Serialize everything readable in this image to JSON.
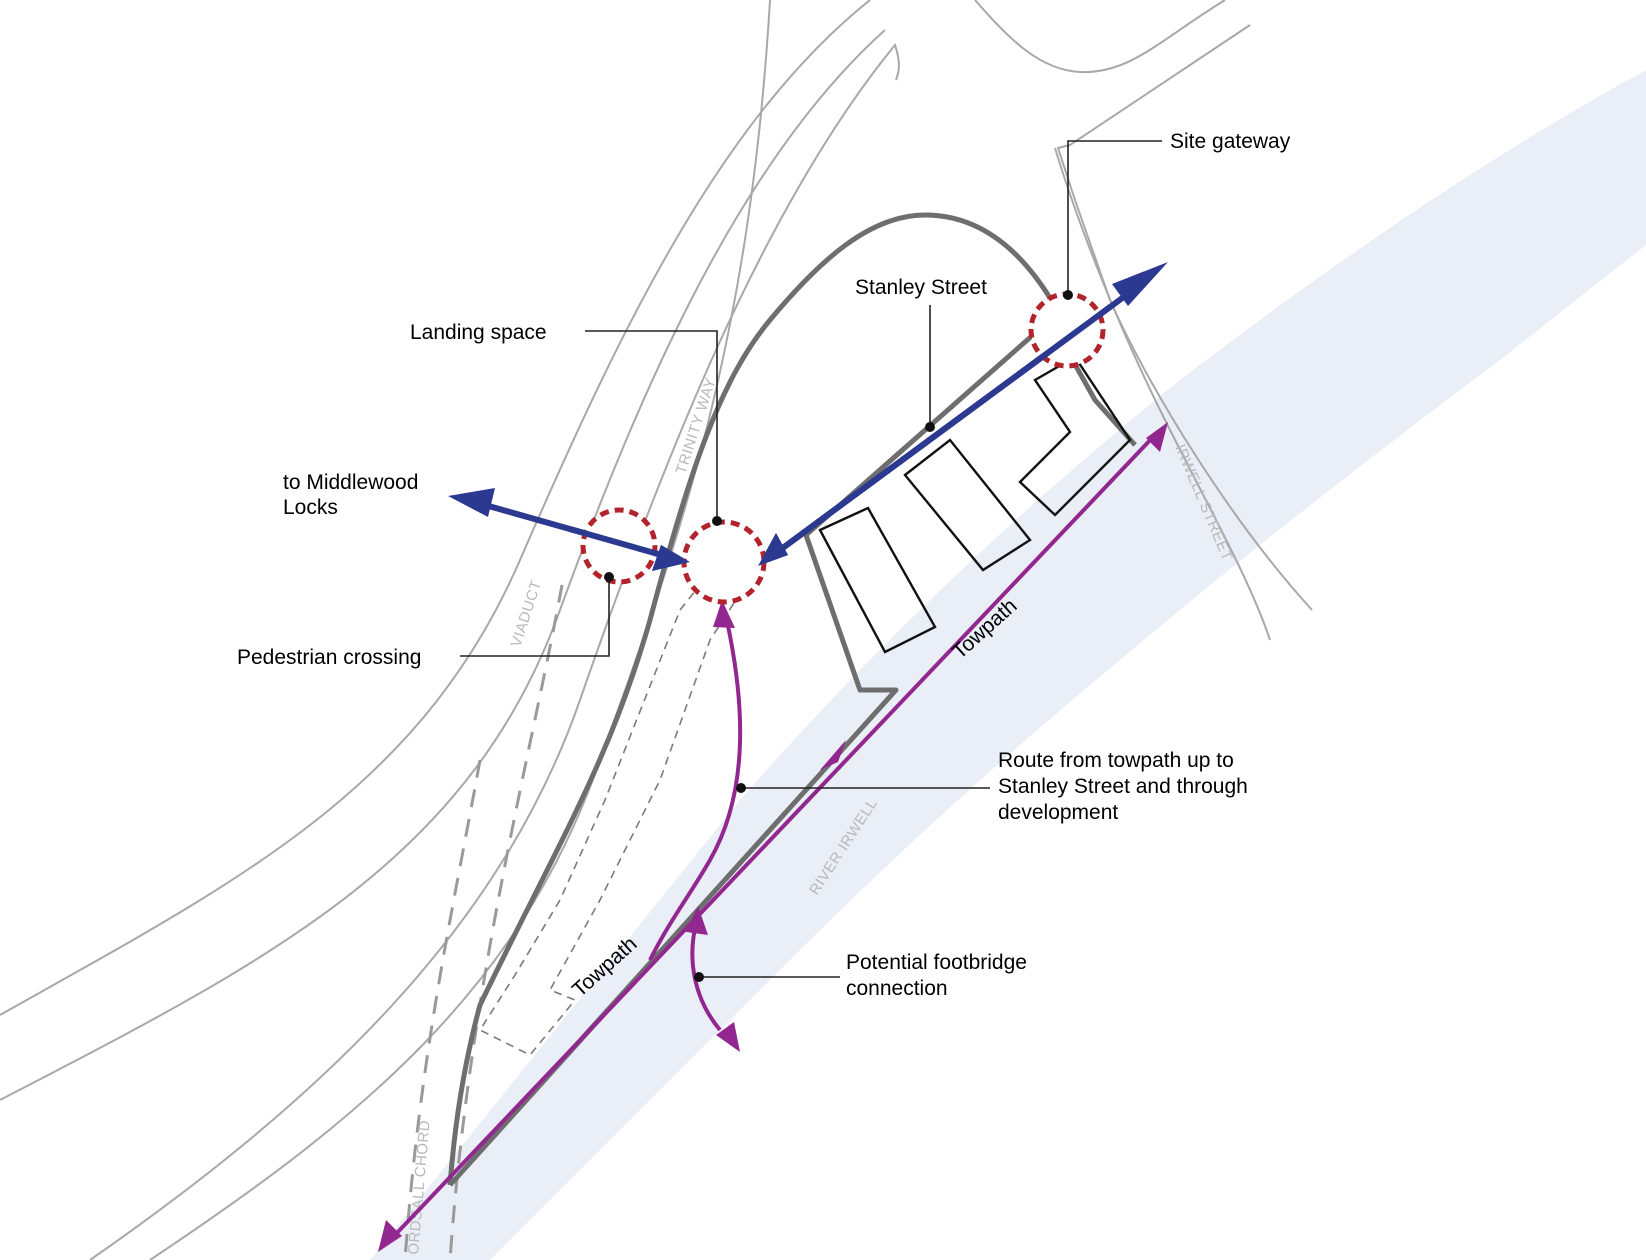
{
  "colors": {
    "river": "#e9eef7",
    "route_blue": "#2b3990",
    "route_purple": "#92278f",
    "ring_red": "#b3232b",
    "road_grey": "#a8a8a8",
    "site_grey": "#6e6e6e"
  },
  "road_labels": {
    "trinity_way": "TRINITY WAY",
    "viaduct": "VIADUCT",
    "irwell_street": "IRWELL STREET",
    "river_irwell": "RIVER IRWELL",
    "ordsall_chord": "ORDSALL CHORD"
  },
  "callouts": {
    "site_gateway": "Site gateway",
    "stanley_street": "Stanley Street",
    "landing_space": "Landing space",
    "middlewood_line1": "to Middlewood",
    "middlewood_line2": "Locks",
    "pedestrian_crossing": "Pedestrian crossing",
    "route_line1": "Route from towpath up to",
    "route_line2": "Stanley Street and through",
    "route_line3": "development",
    "footbridge_line1": "Potential footbridge",
    "footbridge_line2": "connection"
  },
  "towpath_labels": {
    "upper": "Towpath",
    "lower": "Towpath"
  }
}
